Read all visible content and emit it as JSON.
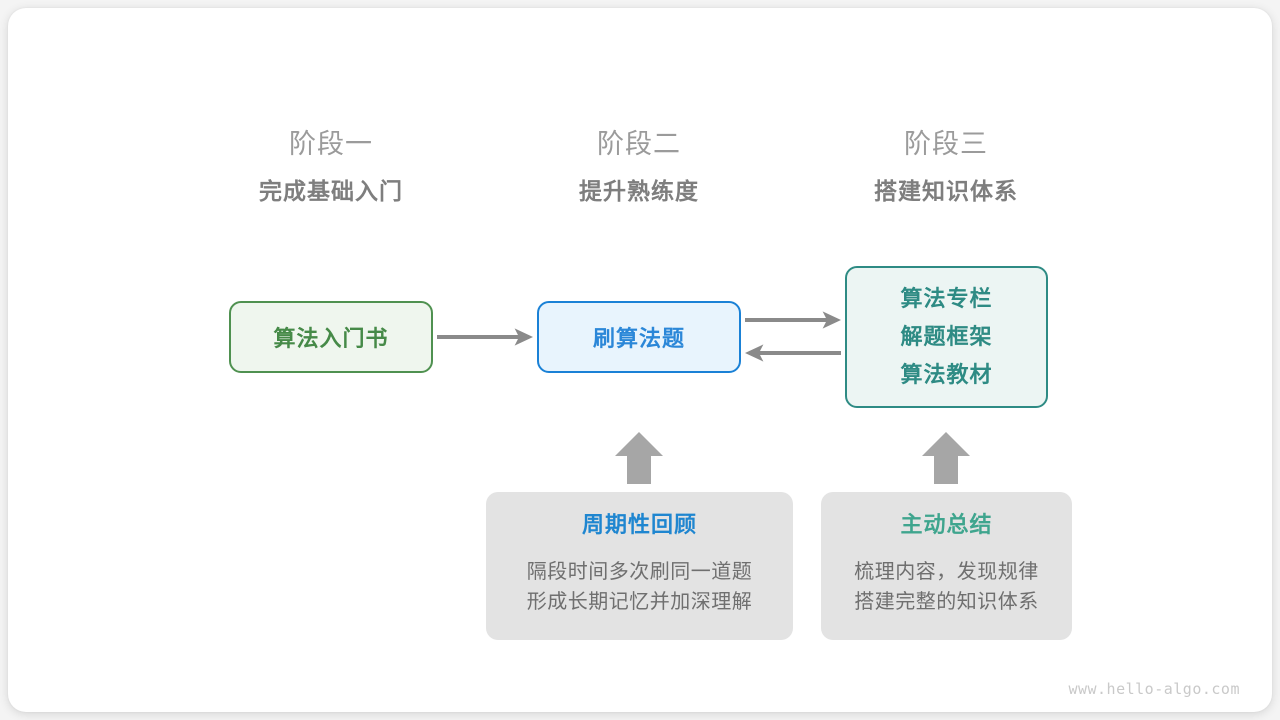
{
  "diagram": {
    "title": "algorithm-learning-roadmap",
    "stages": [
      {
        "number": "阶段一",
        "title": "完成基础入门"
      },
      {
        "number": "阶段二",
        "title": "提升熟练度"
      },
      {
        "number": "阶段三",
        "title": "搭建知识体系"
      }
    ],
    "nodes": {
      "book": {
        "label": "算法入门书",
        "color": "#468a48",
        "border": "#4f9150",
        "fill": "#eff6ee"
      },
      "practice": {
        "label": "刷算法题",
        "color": "#2b87d8",
        "border": "#1a81d6",
        "fill": "#e8f4fd"
      },
      "resources": {
        "lines": [
          "算法专栏",
          "解题框架",
          "算法教材"
        ],
        "color": "#2e8b84",
        "border": "#2e8b84",
        "fill": "#ecf5f3"
      }
    },
    "cards": [
      {
        "title": "周期性回顾",
        "title_color": "#1f86d0",
        "body_lines": [
          "隔段时间多次刷同一道题",
          "形成长期记忆并加深理解"
        ]
      },
      {
        "title": "主动总结",
        "title_color": "#3fa58e",
        "body_lines": [
          "梳理内容，发现规律",
          "搭建完整的知识体系"
        ]
      }
    ],
    "arrow_color": "#8a8a8a",
    "watermark": "www.hello-algo.com"
  }
}
